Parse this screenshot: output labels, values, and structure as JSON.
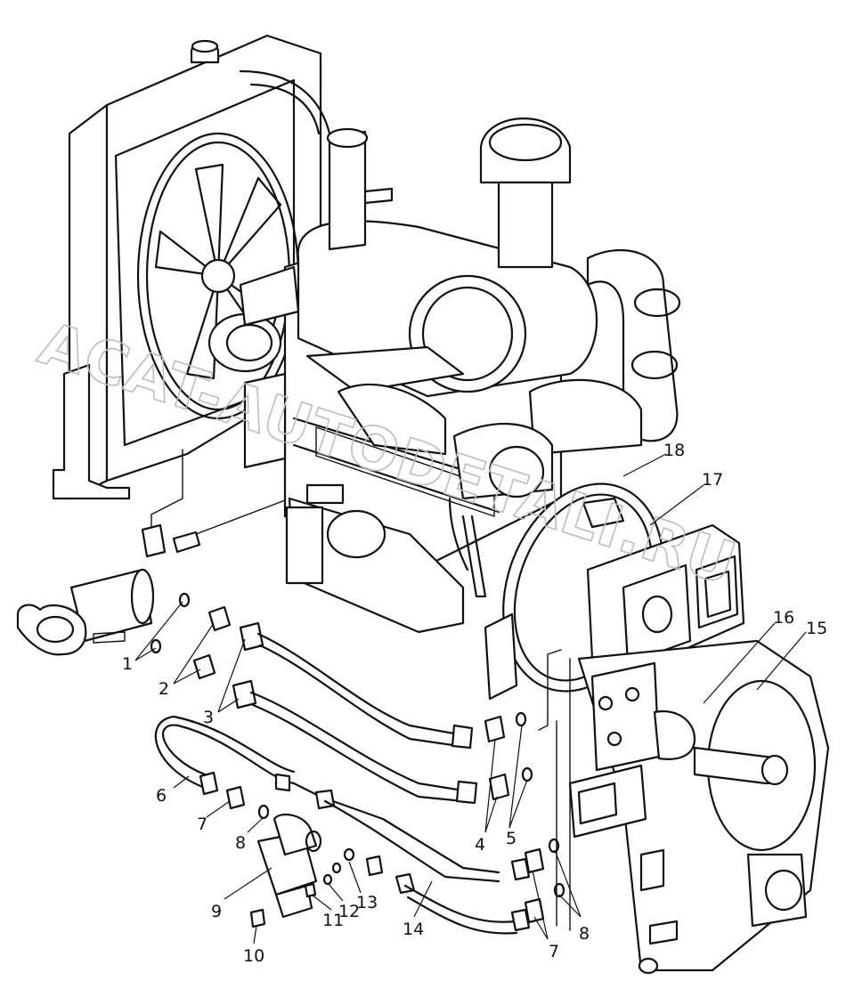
{
  "watermark": "ACAT-AUTODETALI.RU",
  "callouts": [
    {
      "key": "c1",
      "text": "1"
    },
    {
      "key": "c2",
      "text": "2"
    },
    {
      "key": "c3",
      "text": "3"
    },
    {
      "key": "c4",
      "text": "4"
    },
    {
      "key": "c5",
      "text": "5"
    },
    {
      "key": "c6",
      "text": "6"
    },
    {
      "key": "c7a",
      "text": "7"
    },
    {
      "key": "c7b",
      "text": "7"
    },
    {
      "key": "c8a",
      "text": "8"
    },
    {
      "key": "c8b",
      "text": "8"
    },
    {
      "key": "c9",
      "text": "9"
    },
    {
      "key": "c10",
      "text": "10"
    },
    {
      "key": "c11",
      "text": "11"
    },
    {
      "key": "c12",
      "text": "12"
    },
    {
      "key": "c13",
      "text": "13"
    },
    {
      "key": "c14",
      "text": "14"
    },
    {
      "key": "c15",
      "text": "15"
    },
    {
      "key": "c16",
      "text": "16"
    },
    {
      "key": "c17",
      "text": "17"
    },
    {
      "key": "c18",
      "text": "18"
    }
  ]
}
